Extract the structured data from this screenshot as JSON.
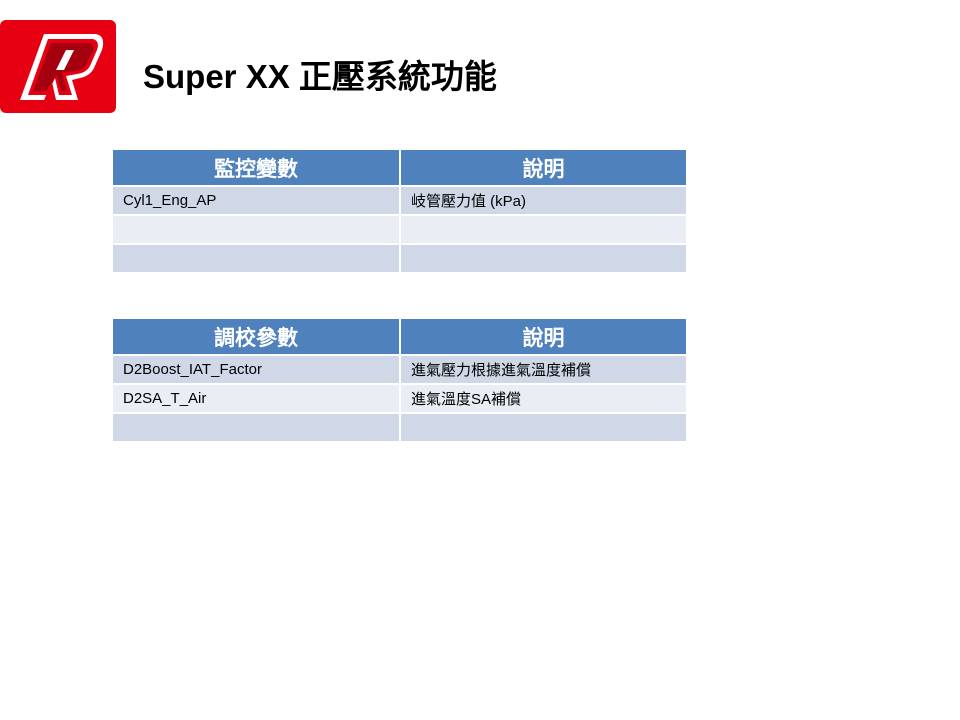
{
  "logo": {
    "letter": "R",
    "color": "#e60012"
  },
  "title": "Super XX 正壓系統功能",
  "monitor_table": {
    "headers": [
      "監控變數",
      "說明"
    ],
    "rows": [
      [
        "Cyl1_Eng_AP",
        "岐管壓力值 (kPa)"
      ],
      [
        "",
        ""
      ],
      [
        "",
        ""
      ]
    ]
  },
  "calibration_table": {
    "headers": [
      "調校參數",
      "說明"
    ],
    "rows": [
      [
        "D2Boost_IAT_Factor",
        "進氣壓力根據進氣溫度補償"
      ],
      [
        "D2SA_T_Air",
        "進氣溫度SA補償"
      ],
      [
        "",
        ""
      ]
    ]
  },
  "colors": {
    "header": "#4f81bd",
    "row_odd": "#d0d8e8",
    "row_even": "#e9edf4"
  }
}
